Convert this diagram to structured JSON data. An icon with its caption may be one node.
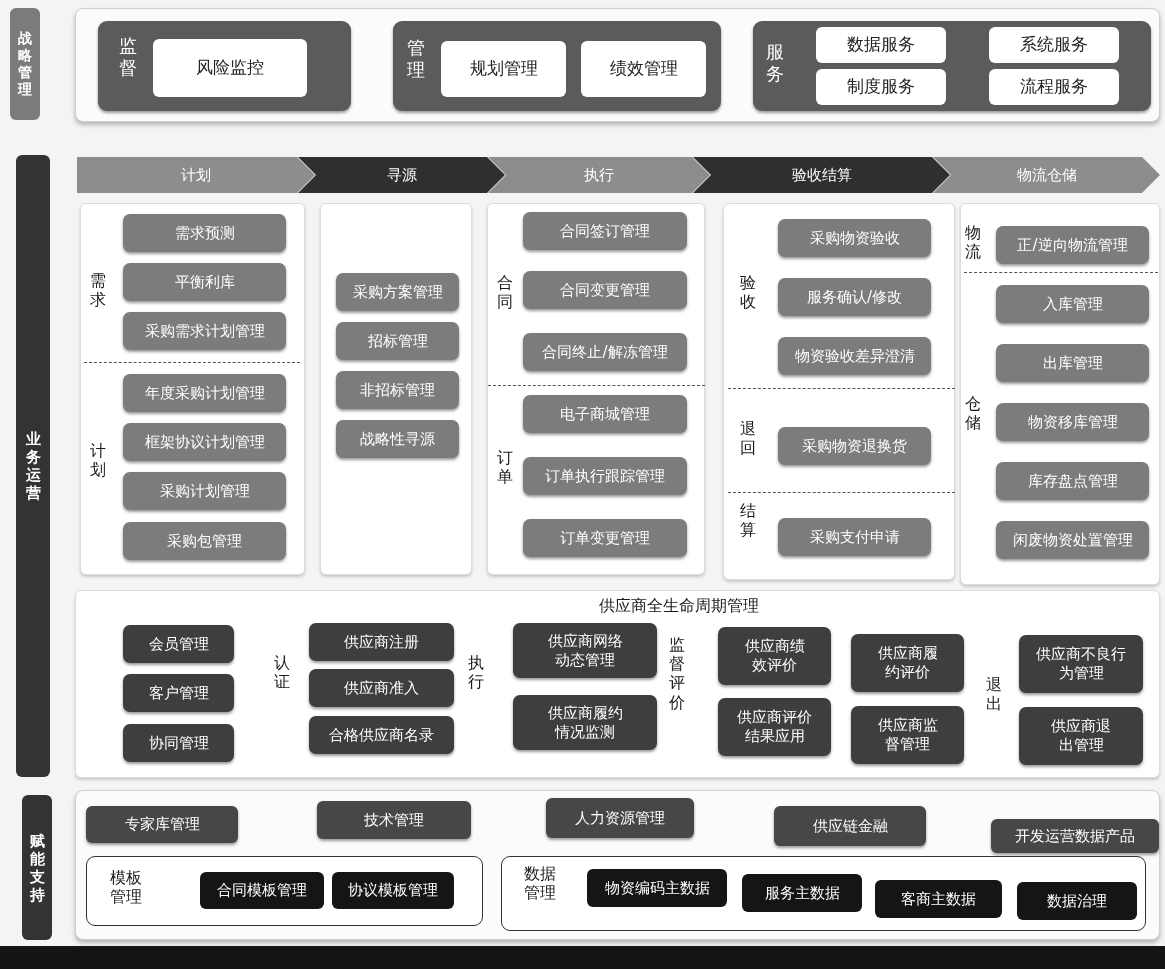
{
  "diagram": {
    "nodes": [
      {
        "text": [
          "战略管理"
        ]
      },
      {
        "text": [],
        "shape": "box"
      },
      {
        "text": [
          "监督"
        ],
        "in": 1
      },
      {
        "text": [
          "风险监控"
        ],
        "in": 2
      },
      {
        "text": [
          "管理"
        ],
        "in": 1
      },
      {
        "text": [
          "规划管理"
        ],
        "in": 4
      },
      {
        "text": [
          "绩效管理"
        ],
        "in": 4
      },
      {
        "text": [
          "服务"
        ],
        "in": 1
      },
      {
        "text": [
          "数据服务"
        ],
        "in": 7
      },
      {
        "text": [
          "系统服务"
        ],
        "in": 7
      },
      {
        "text": [
          "制度服务"
        ],
        "in": 7
      },
      {
        "text": [
          "流程服务"
        ],
        "in": 7
      },
      {
        "text": [
          "业务运营"
        ]
      },
      {
        "text": [
          "计划"
        ]
      },
      {
        "text": [
          "寻源"
        ]
      },
      {
        "text": [
          "执行"
        ]
      },
      {
        "text": [
          "验收结算"
        ]
      },
      {
        "text": [
          "物流仓储"
        ]
      },
      {
        "text": [
          "需求",
          "计划"
        ]
      },
      {
        "text": [
          "需求预测"
        ],
        "in": 18
      },
      {
        "text": [
          "平衡利库"
        ],
        "in": 18
      },
      {
        "text": [
          "采购需求计划管理"
        ],
        "in": 18
      },
      {
        "text": [
          "年度采购计划管理"
        ],
        "in": 18
      },
      {
        "text": [
          "框架协议计划管理"
        ],
        "in": 18
      },
      {
        "text": [
          "采购计划管理"
        ],
        "in": 18
      },
      {
        "text": [
          "采购包管理"
        ],
        "in": 18
      },
      {
        "text": [],
        "shape": "box"
      },
      {
        "text": [
          "采购方案管理"
        ],
        "in": 26
      },
      {
        "text": [
          "招标管理"
        ],
        "in": 26
      },
      {
        "text": [
          "非招标管理"
        ],
        "in": 26
      },
      {
        "text": [
          "战略性寻源"
        ],
        "in": 26
      },
      {
        "text": [
          "合同",
          "订单"
        ]
      },
      {
        "text": [
          "合同签订管理"
        ],
        "in": 31
      },
      {
        "text": [
          "合同变更管理"
        ],
        "in": 31
      },
      {
        "text": [
          "合同终止/解冻管理"
        ],
        "in": 31
      },
      {
        "text": [
          "电子商城管理"
        ],
        "in": 31
      },
      {
        "text": [
          "订单执行跟踪管理"
        ],
        "in": 31
      },
      {
        "text": [
          "订单变更管理"
        ],
        "in": 31
      },
      {
        "text": [
          "验收",
          "退回",
          "结算"
        ]
      },
      {
        "text": [
          "采购物资验收"
        ],
        "in": 38
      },
      {
        "text": [
          "服务确认/修改"
        ],
        "in": 38
      },
      {
        "text": [
          "物资验收差异澄清"
        ],
        "in": 38
      },
      {
        "text": [
          "采购物资退换货"
        ],
        "in": 38
      },
      {
        "text": [
          "采购支付申请"
        ],
        "in": 38
      },
      {
        "text": [
          "物流",
          "仓储"
        ]
      },
      {
        "text": [
          "正/逆向物流管理"
        ],
        "in": 44
      },
      {
        "text": [
          "入库管理"
        ],
        "in": 44
      },
      {
        "text": [
          "出库管理"
        ],
        "in": 44
      },
      {
        "text": [
          "物资移库管理"
        ],
        "in": 44
      },
      {
        "text": [
          "库存盘点管理"
        ],
        "in": 44
      },
      {
        "text": [
          "闲废物资处置管理"
        ],
        "in": 44
      },
      {
        "text": [
          "供应商全生命周期管理",
          "认证",
          "执行",
          "监督评价",
          "退出"
        ]
      },
      {
        "text": [
          "会员管理"
        ],
        "in": 51
      },
      {
        "text": [
          "客户管理"
        ],
        "in": 51
      },
      {
        "text": [
          "协同管理"
        ],
        "in": 51
      },
      {
        "text": [
          "供应商注册"
        ],
        "in": 51
      },
      {
        "text": [
          "供应商准入"
        ],
        "in": 51
      },
      {
        "text": [
          "合格供应商名录"
        ],
        "in": 51
      },
      {
        "text": [
          "供应商网络动态管理"
        ],
        "in": 51
      },
      {
        "text": [
          "供应商履约情况监测"
        ],
        "in": 51
      },
      {
        "text": [
          "供应商绩效评价"
        ],
        "in": 51
      },
      {
        "text": [
          "供应商履约评价"
        ],
        "in": 51
      },
      {
        "text": [
          "供应商评价结果应用"
        ],
        "in": 51
      },
      {
        "text": [
          "供应商监督管理"
        ],
        "in": 51
      },
      {
        "text": [
          "供应商不良行为管理"
        ],
        "in": 51
      },
      {
        "text": [
          "供应商退出管理"
        ],
        "in": 51
      },
      {
        "text": [
          "赋能支持"
        ]
      },
      {
        "text": [],
        "shape": "box"
      },
      {
        "text": [
          "专家库管理"
        ],
        "in": 67
      },
      {
        "text": [
          "技术管理"
        ],
        "in": 67
      },
      {
        "text": [
          "人力资源管理"
        ],
        "in": 67
      },
      {
        "text": [
          "供应链金融"
        ],
        "in": 67
      },
      {
        "text": [
          "开发运营数据产品"
        ],
        "in": 67
      },
      {
        "text": [
          "模板管理"
        ],
        "in": 67
      },
      {
        "text": [
          "合同模板管理"
        ],
        "in": 73
      },
      {
        "text": [
          "协议模板管理"
        ],
        "in": 73
      },
      {
        "text": [
          "数据管理"
        ],
        "in": 67
      },
      {
        "text": [
          "物资编码主数据"
        ],
        "in": 76
      },
      {
        "text": [
          "服务主数据"
        ],
        "in": 76
      },
      {
        "text": [
          "客商主数据"
        ],
        "in": 76
      },
      {
        "text": [
          "数据治理"
        ],
        "in": 76
      }
    ]
  }
}
